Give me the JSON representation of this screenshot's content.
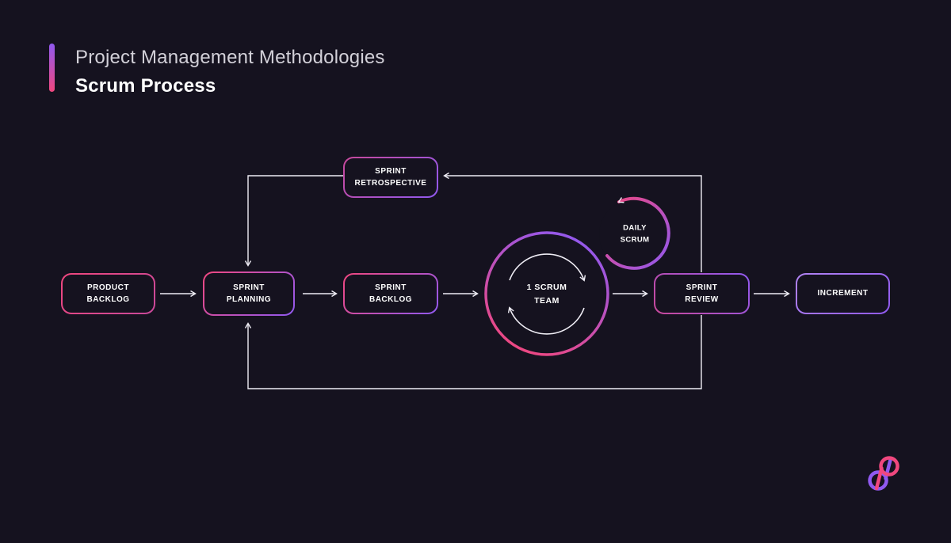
{
  "header": {
    "subtitle": "Project Management Methodologies",
    "title": "Scrum Process"
  },
  "diagram": {
    "nodes": {
      "product_backlog": "PRODUCT\nBACKLOG",
      "sprint_planning": "SPRINT\nPLANNING",
      "sprint_backlog": "SPRINT\nBACKLOG",
      "sprint_retrospective": "SPRINT\nRETROSPECTIVE",
      "scrum_team": "1 SCRUM\nTEAM",
      "daily_scrum": "DAILY\nSCRUM",
      "sprint_review": "SPRINT\nREVIEW",
      "increment": "INCREMENT"
    }
  },
  "colors": {
    "bg": "#15121f",
    "pink": "#f0477e",
    "magenta": "#c8489a",
    "purple": "#9059f0",
    "violet": "#b184f2",
    "line": "#efedf5",
    "text": "#ffffff",
    "subtitle": "#d2d0d8"
  }
}
